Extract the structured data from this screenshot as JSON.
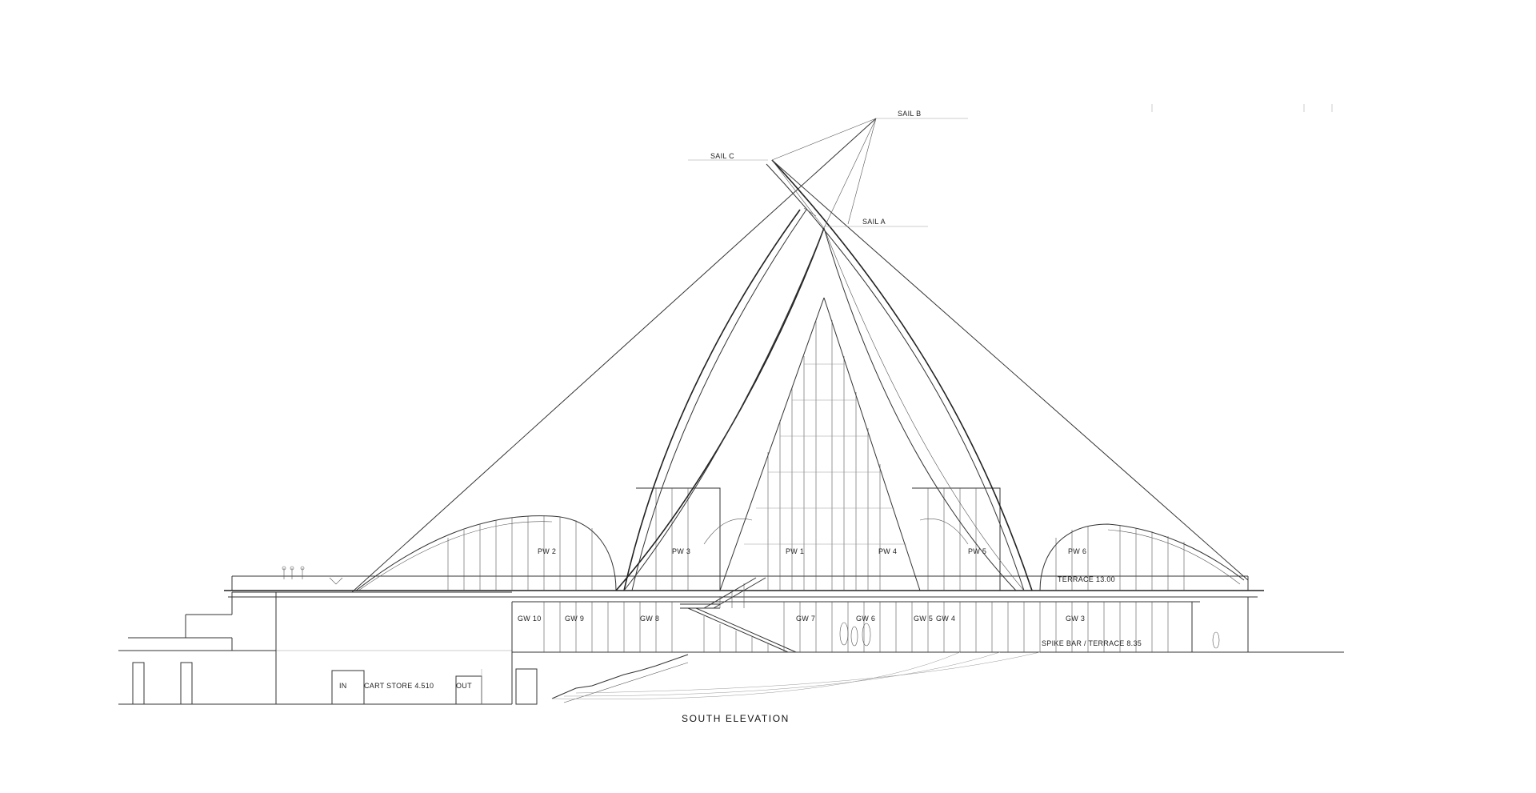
{
  "drawing": {
    "title": "SOUTH ELEVATION",
    "sail_labels": {
      "sail_a": "SAIL A",
      "sail_b": "SAIL B",
      "sail_c": "SAIL C"
    },
    "upper_walls": {
      "pw1": "PW 1",
      "pw2": "PW 2",
      "pw3": "PW 3",
      "pw4": "PW 4",
      "pw5": "PW 5",
      "pw6": "PW 6"
    },
    "lower_walls": {
      "gw10": "GW 10",
      "gw9": "GW 9",
      "gw8": "GW 8",
      "gw7": "GW 7",
      "gw6": "GW 6",
      "gw5": "GW 5",
      "gw4": "GW 4",
      "gw3": "GW 3"
    },
    "levels": {
      "terrace": "TERRACE 13.00",
      "spike_bar": "SPIKE BAR / TERRACE 8.35",
      "cart_store": "CART STORE 4.510"
    },
    "doors": {
      "in": "IN",
      "out": "OUT"
    }
  }
}
